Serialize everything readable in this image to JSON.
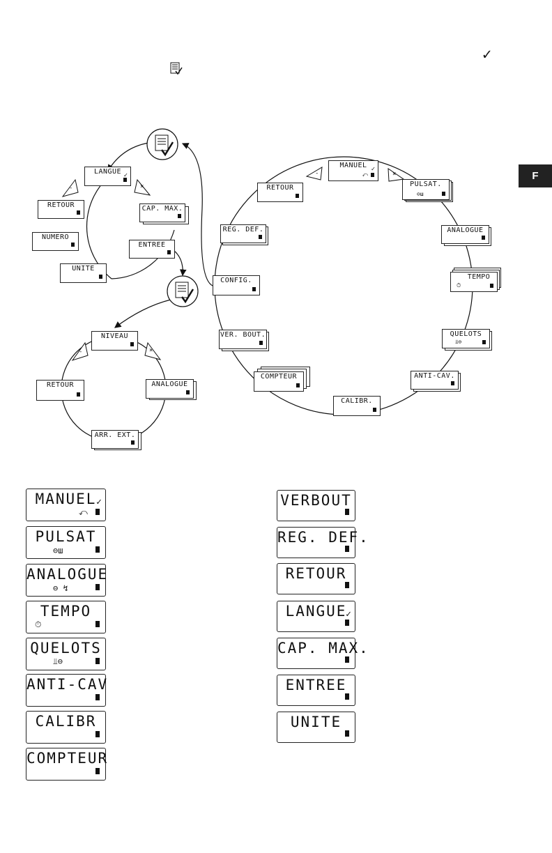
{
  "header_check_symbol": "✓",
  "page_tab": "F",
  "diagrams": {
    "loop_top_left": {
      "langue": "LANGUE",
      "cap_max": "CAP. MAX.",
      "entree": "ENTREE",
      "unite": "UNITE",
      "numero": "NUMERO",
      "retour": "RETOUR",
      "minus": "-",
      "plus": "×"
    },
    "loop_bottom_left": {
      "niveau": "NIVEAU",
      "analogue": "ANALOGUE",
      "arr_ext": "ARR. EXT.",
      "retour": "RETOUR",
      "minus": "-",
      "plus": "×"
    },
    "loop_main": {
      "manuel": "MANUEL",
      "pulsat": "PULSAT.",
      "analogue": "ANALOGUE",
      "tempo": "TEMPO",
      "quelots": "QUELOTS",
      "anti_cav": "ANTI-CAV.",
      "calibr": "CALIBR.",
      "compteur": "COMPTEUR",
      "ver_bout": "VER. BOUT.",
      "config": "CONFIG.",
      "reg_def": "REG. DEF.",
      "retour": "RETOUR",
      "minus": "-",
      "plus": "×"
    }
  },
  "legend_left": [
    {
      "label": "MANUEL",
      "symbol": "⤺"
    },
    {
      "label": "PULSAT",
      "symbol": "⊖ш"
    },
    {
      "label": "ANALOGUE",
      "symbol": "⊖ ↯"
    },
    {
      "label": "TEMPO",
      "symbol": "⏱"
    },
    {
      "label": "QUELOTS",
      "symbol": "⫫⊖"
    },
    {
      "label": "ANTI-CAV",
      "symbol": ""
    },
    {
      "label": "CALIBR",
      "symbol": ""
    },
    {
      "label": "COMPTEUR",
      "symbol": ""
    }
  ],
  "legend_right": [
    {
      "label": "VERBOUT"
    },
    {
      "label": "REG. DEF."
    },
    {
      "label": "RETOUR"
    },
    {
      "label": "LANGUE"
    },
    {
      "label": "CAP. MAX."
    },
    {
      "label": "ENTREE"
    },
    {
      "label": "UNITE"
    }
  ]
}
